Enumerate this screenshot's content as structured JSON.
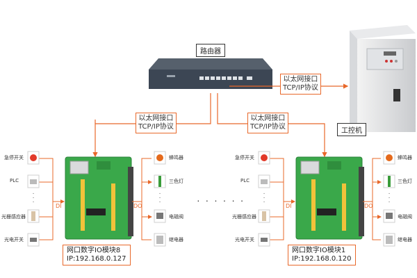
{
  "router": {
    "label": "路由器"
  },
  "industrial_pc": {
    "label": "工控机"
  },
  "links": {
    "router_to_pc": {
      "line1": "以太网接口",
      "line2": "TCP/IP协议"
    },
    "router_to_module8": {
      "line1": "以太网接口",
      "line2": "TCP/IP协议"
    },
    "router_to_module1": {
      "line1": "以太网接口",
      "line2": "TCP/IP协议"
    }
  },
  "module8": {
    "name": "网口数字IO模块8",
    "ip": "IP:192.168.0.127",
    "di_label": "DI",
    "do_label": "DO",
    "inputs": [
      "急停开关",
      "PLC",
      "光栅感应器",
      "光电开关"
    ],
    "outputs": [
      "蜂鸣器",
      "三色灯",
      "电磁阀",
      "继电器"
    ]
  },
  "module1": {
    "name": "网口数字IO模块1",
    "ip": "IP:192.168.0.120",
    "di_label": "DI",
    "do_label": "DO",
    "inputs": [
      "急停开关",
      "PLC",
      "光栅感应器",
      "光电开关"
    ],
    "outputs": [
      "蜂鸣器",
      "三色灯",
      "电磁阀",
      "继电器"
    ]
  },
  "ellipsis": "· · · · · ·",
  "colors": {
    "accent": "#e8682a",
    "board": "#3aa84a",
    "router": "#3c4654"
  }
}
